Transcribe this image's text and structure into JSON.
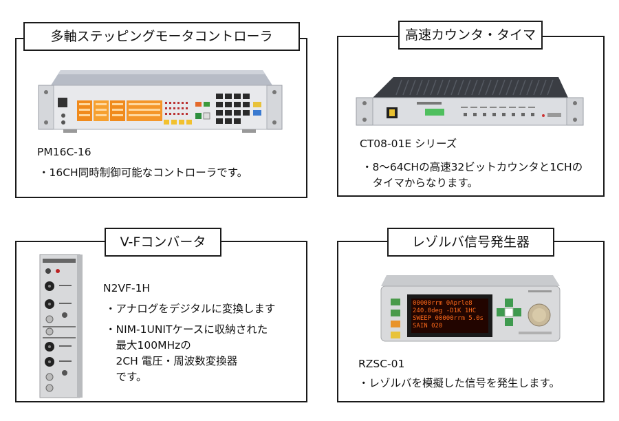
{
  "panels": [
    {
      "title": "多軸ステッピングモータコントローラ",
      "model": "PM16C-16",
      "lines": [
        "・16CH同時制御可能なコントローラです。"
      ],
      "image": "pm16c-16-rack-controller-photo"
    },
    {
      "title": "高速カウンタ・タイマ",
      "model": "CT08-01E シリーズ",
      "lines": [
        "・8～64CHの高速32ビットカウンタと1CHの",
        "　タイマからなります。"
      ],
      "image": "ct08-01e-rack-counter-photo"
    },
    {
      "title": "V-Fコンバータ",
      "model": "N2VF-1H",
      "lines": [
        "・アナログをデジタルに変換します",
        "・NIM-1UNITケースに収納された",
        "　最大100MHzの",
        "　2CH 電圧・周波数変換器",
        "　です。"
      ],
      "image": "n2vf-1h-nim-module-photo"
    },
    {
      "title": "レゾルバ信号発生器",
      "model": "RZSC-01",
      "lines": [
        "・レゾルバを模擬した信号を発生します。"
      ],
      "image": "rzsc-01-signal-generator-photo",
      "display_lines": [
        "00000rrm  0Aprle8",
        "240.0deg  -D1K 1HC",
        "SWEEP 00000rrm 5.0s",
        "SAIN 020"
      ]
    }
  ]
}
